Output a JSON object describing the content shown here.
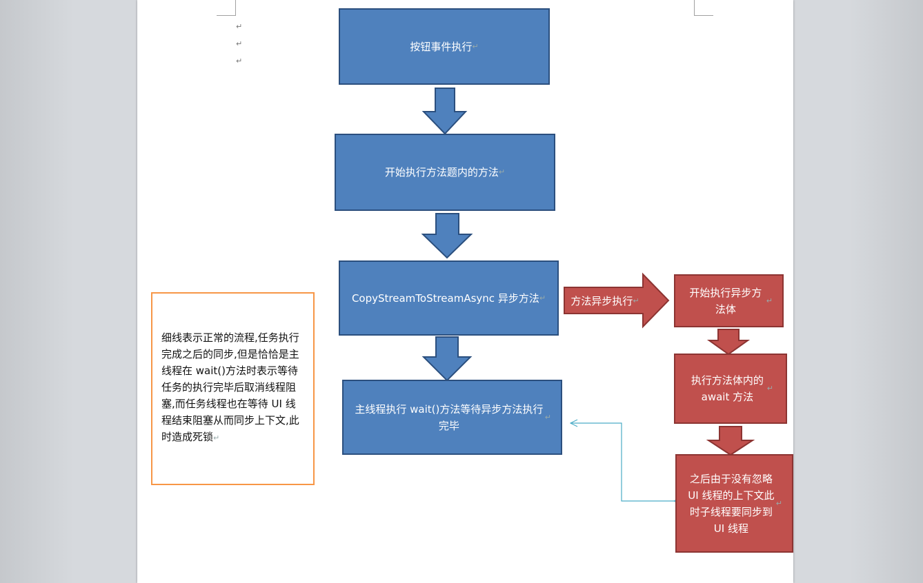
{
  "diagram": {
    "boxes": {
      "button_event": "按钮事件执行",
      "start_method": "开始执行方法题内的方法",
      "copy_stream": "CopyStreamToStreamAsync 异步方法",
      "main_thread_wait": "主线程执行 wait()方法等待异步方法执行完毕",
      "start_async_body": "开始执行异步方法体",
      "await_in_body": "执行方法体内的 await 方法",
      "sync_to_ui": "之后由于没有忽略 UI 线程的上下文此时子线程要同步到 UI 线程"
    },
    "arrow_label": "方法异步执行",
    "note": "细线表示正常的流程,任务执行完成之后的同步,但是恰恰是主线程在  wait()方法时表示等待任务的执行完毕后取消线程阻塞,而任务线程也在等待 UI 线程结束阻塞从而同步上下文,此时造成死锁",
    "paragraph_mark": "↵"
  },
  "colors": {
    "blue_fill": "#4f81bd",
    "blue_border": "#2b4f7e",
    "red_fill": "#c0504d",
    "red_border": "#8c3432",
    "note_border": "#f79646",
    "connector": "#4bacc6"
  }
}
